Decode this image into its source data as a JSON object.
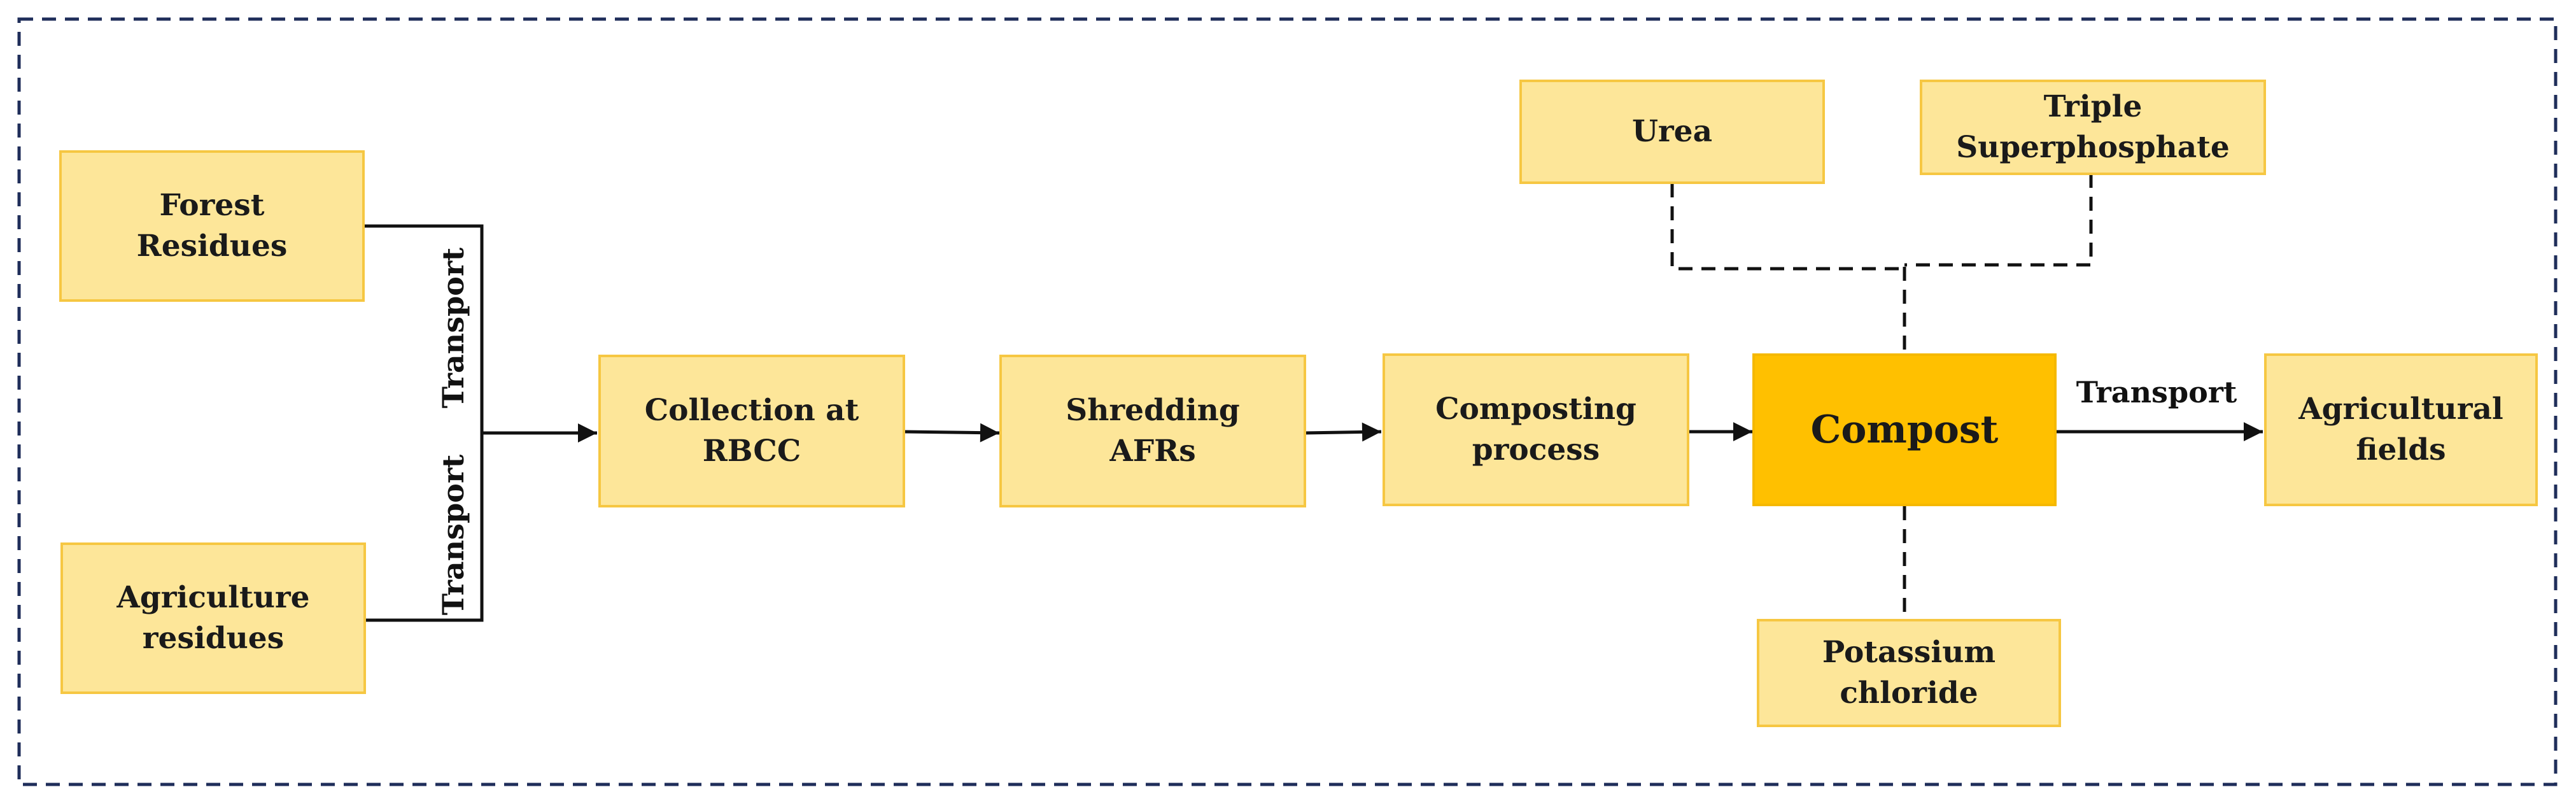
{
  "nodes": {
    "forest": "Forest\nResidues",
    "agriculture": "Agriculture\nresidues",
    "collection": "Collection at\nRBCC",
    "shredding": "Shredding\nAFRs",
    "composting": "Composting\nprocess",
    "compost": "Compost",
    "urea": "Urea",
    "tsp": "Triple\nSuperphosphate",
    "kcl": "Potassium\nchloride",
    "fields": "Agricultural\nfields"
  },
  "edges": {
    "transport_forest": "Transport",
    "transport_agri": "Transport",
    "transport_fields": "Transport"
  },
  "colors": {
    "node_fill": "#fde699",
    "node_border": "#f6c742",
    "main_fill": "#ffc000",
    "frame": "#1f2e5a",
    "line": "#111111"
  }
}
